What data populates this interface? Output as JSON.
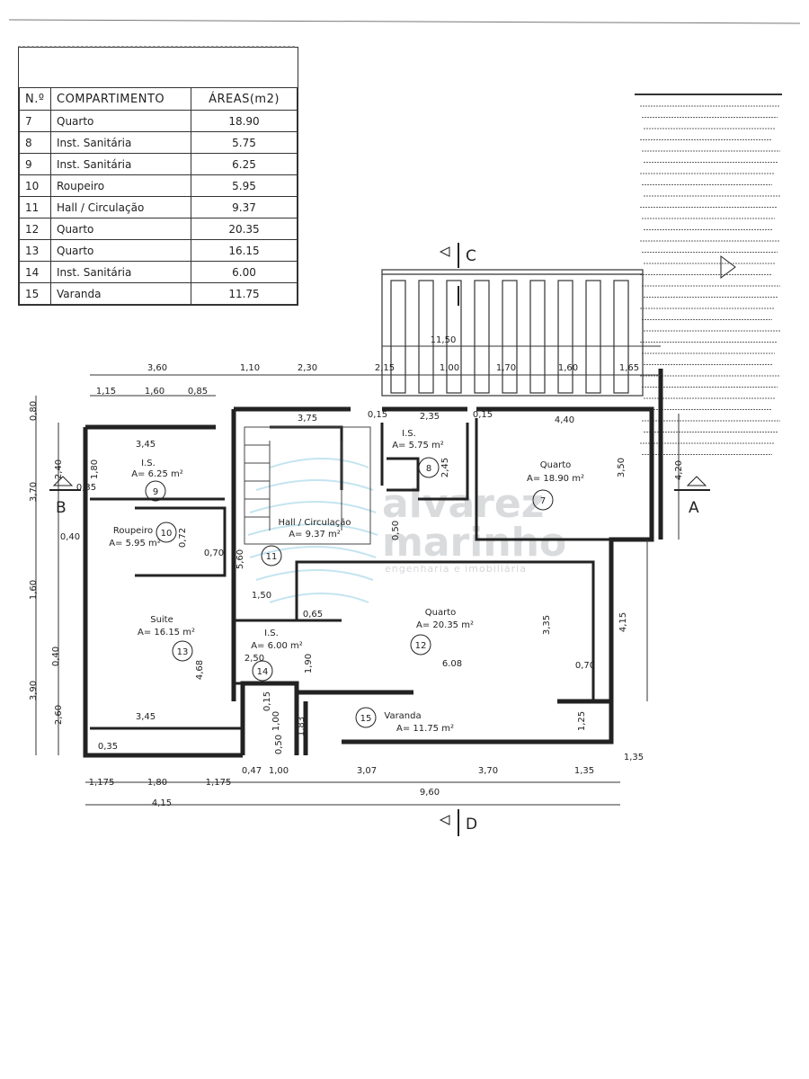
{
  "table": {
    "headers": {
      "num": "N.º",
      "room": "COMPARTIMENTO",
      "area": "ÁREAS(m2)"
    },
    "rows": [
      {
        "num": "7",
        "room": "Quarto",
        "area": "18.90"
      },
      {
        "num": "8",
        "room": "Inst. Sanitária",
        "area": "5.75"
      },
      {
        "num": "9",
        "room": "Inst. Sanitária",
        "area": "6.25"
      },
      {
        "num": "10",
        "room": "Roupeiro",
        "area": "5.95"
      },
      {
        "num": "11",
        "room": "Hall / Circulação",
        "area": "9.37"
      },
      {
        "num": "12",
        "room": "Quarto",
        "area": "20.35"
      },
      {
        "num": "13",
        "room": "Quarto",
        "area": "16.15"
      },
      {
        "num": "14",
        "room": "Inst. Sanitária",
        "area": "6.00"
      },
      {
        "num": "15",
        "room": "Varanda",
        "area": "11.75"
      }
    ]
  },
  "rooms": {
    "r7": {
      "name": "Quarto",
      "area": "A= 18.90 m²",
      "num": "7"
    },
    "r8": {
      "name": "I.S.",
      "area": "A= 5.75 m²",
      "num": "8"
    },
    "r9": {
      "name": "I.S.",
      "area": "A= 6.25 m²",
      "num": "9"
    },
    "r10": {
      "name": "Roupeiro",
      "area": "A= 5.95 m²",
      "num": "10"
    },
    "r11": {
      "name": "Hall / Circulação",
      "area": "A= 9.37 m²",
      "num": "11"
    },
    "r12": {
      "name": "Quarto",
      "area": "A= 20.35 m²",
      "num": "12"
    },
    "r13": {
      "name": "Suite",
      "area": "A= 16.15 m²",
      "num": "13"
    },
    "r14": {
      "name": "I.S.",
      "area": "A= 6.00 m²",
      "num": "14"
    },
    "r15": {
      "name": "Varanda",
      "area": "A= 11.75 m²",
      "num": "15"
    }
  },
  "sections": {
    "a": "A",
    "b": "B",
    "c": "C",
    "d": "D"
  },
  "dims": {
    "top_total": "11,50",
    "top_row": [
      "3,60",
      "1,10",
      "2,30",
      "2,15",
      "1,00",
      "1,70",
      "1,60",
      "1,65"
    ],
    "top_row2": [
      "1,15",
      "1,60",
      "0,85"
    ],
    "inner": [
      "3,75",
      "0,15",
      "2,35",
      "0,15",
      "4,40",
      "3,45",
      "2,45",
      "3,50",
      "4,20",
      "1,80",
      "0,35",
      "0,40",
      "0,72",
      "0,70",
      "5,60",
      "0,50",
      "1,50",
      "0,65",
      "3,35",
      "4,15",
      "0,70",
      "6.08",
      "2,50",
      "1,90",
      "4,68",
      "3,45",
      "1,25",
      "1,00",
      "0,15",
      "1,83",
      "0,35",
      "0,50"
    ],
    "left": [
      "0,80",
      "2,40",
      "3,70",
      "1,60",
      "0,40",
      "3,90",
      "2,60"
    ],
    "bottom_row": [
      "1,175",
      "1,80",
      "1,175",
      "0,47",
      "1,00",
      "3,07",
      "3,70",
      "1,35",
      "1,35"
    ],
    "bottom_totals": [
      "4,15",
      "9,60"
    ]
  },
  "watermark": {
    "line1": "alvarez",
    "line2": "marinho",
    "line3": "engenharia e imobiliária"
  }
}
